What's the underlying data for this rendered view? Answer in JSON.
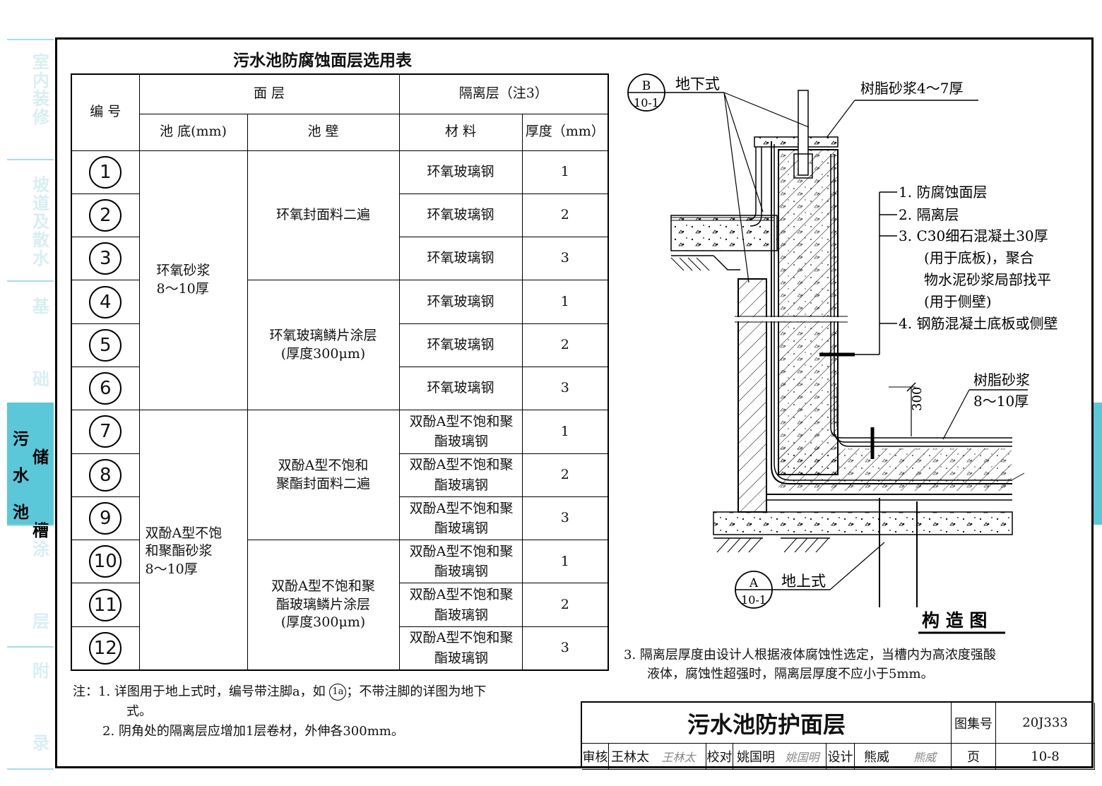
{
  "left_rail": {
    "groups": [
      {
        "label": "室内装修"
      },
      {
        "label": "坡道及散水"
      },
      {
        "label": "基"
      },
      {
        "label": "础"
      },
      {
        "label": "涂"
      },
      {
        "label": "层"
      },
      {
        "label": "附"
      },
      {
        "label": "录"
      }
    ],
    "active": {
      "col1": "污水池",
      "col2": "储槽"
    }
  },
  "table": {
    "title": "污水池防腐蚀面层选用表",
    "headers": {
      "number": "编 号",
      "surface": "面 层",
      "isolation": "隔离层（注3）",
      "bottom": "池 底(mm)",
      "wall": "池 壁",
      "material": "材 料",
      "thickness": "厚度（mm）"
    },
    "rows": [
      {
        "num": "1",
        "material": "环氧玻璃钢",
        "thickness": "1"
      },
      {
        "num": "2",
        "material": "环氧玻璃钢",
        "thickness": "2"
      },
      {
        "num": "3",
        "material": "环氧玻璃钢",
        "thickness": "3"
      },
      {
        "num": "4",
        "material": "环氧玻璃钢",
        "thickness": "1"
      },
      {
        "num": "5",
        "material": "环氧玻璃钢",
        "thickness": "2"
      },
      {
        "num": "6",
        "material": "环氧玻璃钢",
        "thickness": "3"
      },
      {
        "num": "7",
        "material": "双酚A型不饱和聚酯玻璃钢",
        "thickness": "1"
      },
      {
        "num": "8",
        "material": "双酚A型不饱和聚酯玻璃钢",
        "thickness": "2"
      },
      {
        "num": "9",
        "material": "双酚A型不饱和聚酯玻璃钢",
        "thickness": "3"
      },
      {
        "num": "10",
        "material": "双酚A型不饱和聚酯玻璃钢",
        "thickness": "1"
      },
      {
        "num": "11",
        "material": "双酚A型不饱和聚酯玻璃钢",
        "thickness": "2"
      },
      {
        "num": "12",
        "material": "双酚A型不饱和聚酯玻璃钢",
        "thickness": "3"
      }
    ],
    "bottom_groups": [
      "环氧砂浆\n8～10厚",
      "双酚A型不饱\n和聚酯砂浆\n8～10厚"
    ],
    "wall_groups": [
      "环氧封面料二遍",
      "环氧玻璃鳞片涂层\n(厚度300μm)",
      "双酚A型不饱和\n聚酯封面料二遍",
      "双酚A型不饱和聚\n酯玻璃鳞片涂层\n(厚度300μm)"
    ]
  },
  "notes": {
    "prefix": "注：",
    "line1": "1. 详图用于地上式时，编号带注脚a，如",
    "line1_badge": "1a",
    "line1_tail": "；不带注脚的详图为地下",
    "line1b": "式。",
    "line2": "2. 阴角处的隔离层应增加1层卷材，外伸各300mm。"
  },
  "diagram": {
    "marker_b_top": "B",
    "marker_b_bottom": "10-1",
    "marker_b_label": "地下式",
    "marker_a_top": "A",
    "marker_a_bottom": "10-1",
    "marker_a_label": "地上式",
    "resin_top": "树脂砂浆4～7厚",
    "resin_bottom_1": "树脂砂浆",
    "resin_bottom_2": "8～10厚",
    "dim_300": "300",
    "legend": [
      "1. 防腐蚀面层",
      "2. 隔离层",
      "3. C30细石混凝土30厚",
      "(用于底板)，聚合",
      "物水泥砂浆局部找平",
      "(用于侧壁)",
      "4. 钢筋混凝土底板或侧壁"
    ],
    "caption": "构 造 图"
  },
  "note3": {
    "line1": "3. 隔离层厚度由设计人根据液体腐蚀性选定，当槽内为高浓度强酸",
    "line2": "液体，腐蚀性超强时，隔离层厚度不应小于5mm。"
  },
  "title_block": {
    "title": "污水池防护面层",
    "atlas_label": "图集号",
    "atlas_no": "20J333",
    "page_label": "页",
    "page_no": "10-8",
    "review_label": "审核",
    "reviewer": "王林太",
    "check_label": "校对",
    "checker": "姚国明",
    "design_label": "设计",
    "designer": "熊威"
  }
}
